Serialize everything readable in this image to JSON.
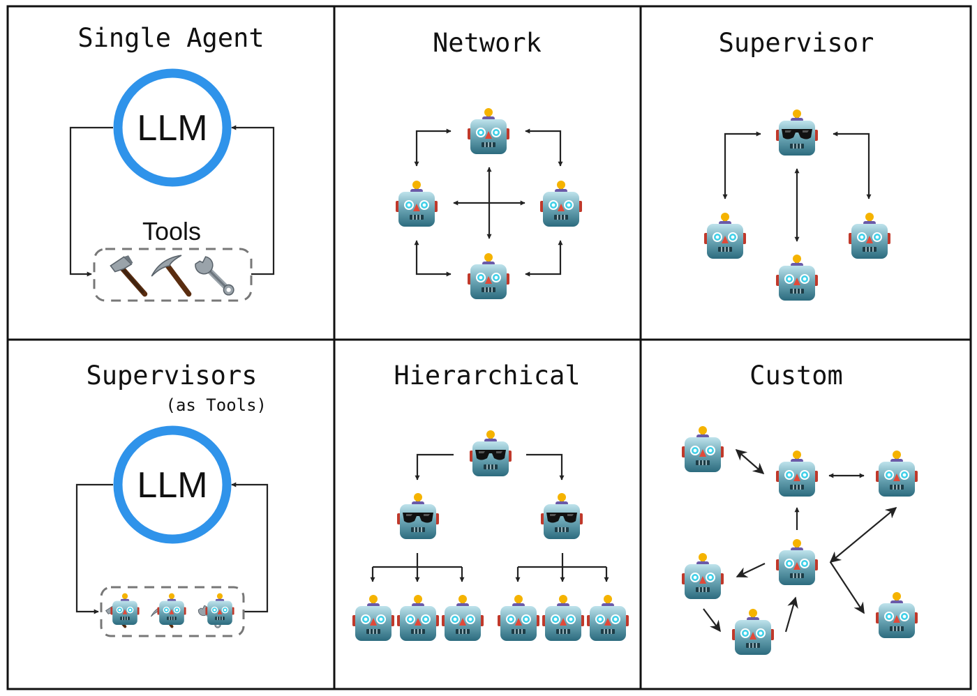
{
  "panels": {
    "single_agent": {
      "title": "Single Agent",
      "llm": "LLM",
      "tools_label": "Tools"
    },
    "network": {
      "title": "Network"
    },
    "supervisor": {
      "title": "Supervisor"
    },
    "supervisors_tools": {
      "title": "Supervisors",
      "subtitle": "(as Tools)",
      "llm": "LLM"
    },
    "hierarchical": {
      "title": "Hierarchical"
    },
    "custom": {
      "title": "Custom"
    }
  },
  "icons": {
    "agent": "robot-icon",
    "supervisor_agent": "robot-with-sunglasses-icon",
    "tools": [
      "hammer-icon",
      "pick-icon",
      "wrench-icon"
    ]
  },
  "colors": {
    "llm_ring": "#2f93ea",
    "robot_body": "#3c7f93",
    "robot_eyes": "#3fd0e8",
    "robot_ears": "#c0392b",
    "antenna": "#f5b300"
  }
}
